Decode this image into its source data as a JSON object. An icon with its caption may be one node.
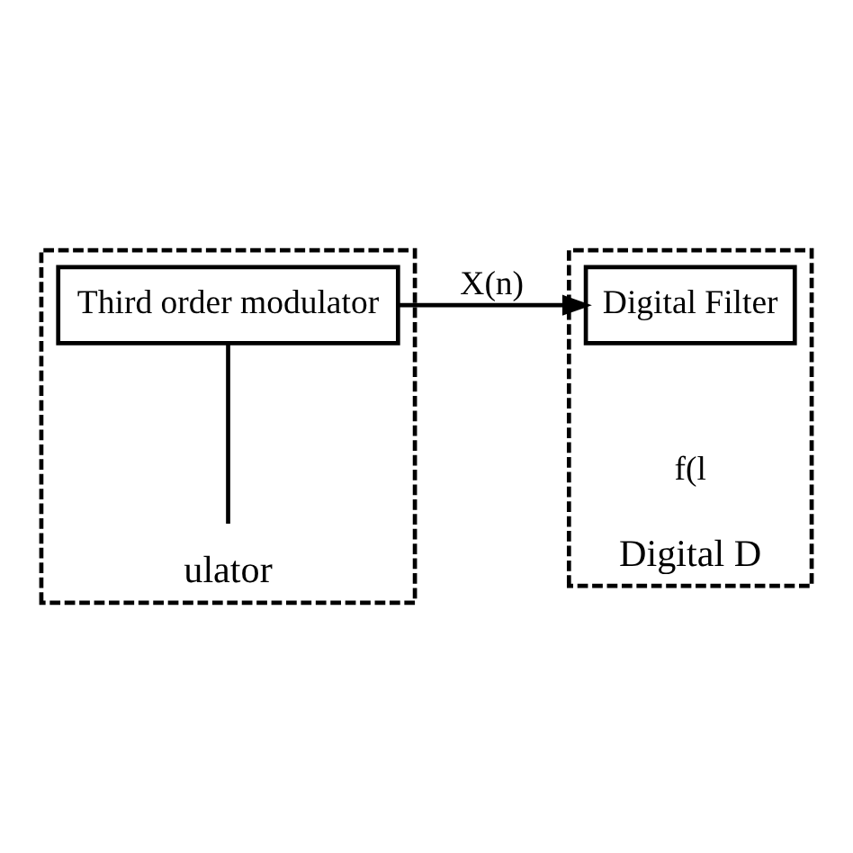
{
  "diagram": {
    "nodes": [
      {
        "text": [
          "ulator"
        ]
      },
      {
        "text": [
          "Third order modulator"
        ],
        "in": 0
      },
      {
        "text": [
          "Digital D"
        ]
      },
      {
        "text": [
          "Digital Filter"
        ],
        "in": 2
      }
    ],
    "edges": [
      {
        "from": 1,
        "to": 3,
        "label": "X(n)",
        "arrow": "to"
      },
      {
        "from": 1,
        "to": null,
        "arrow": "none"
      }
    ],
    "labels": [
      "f(l"
    ]
  }
}
